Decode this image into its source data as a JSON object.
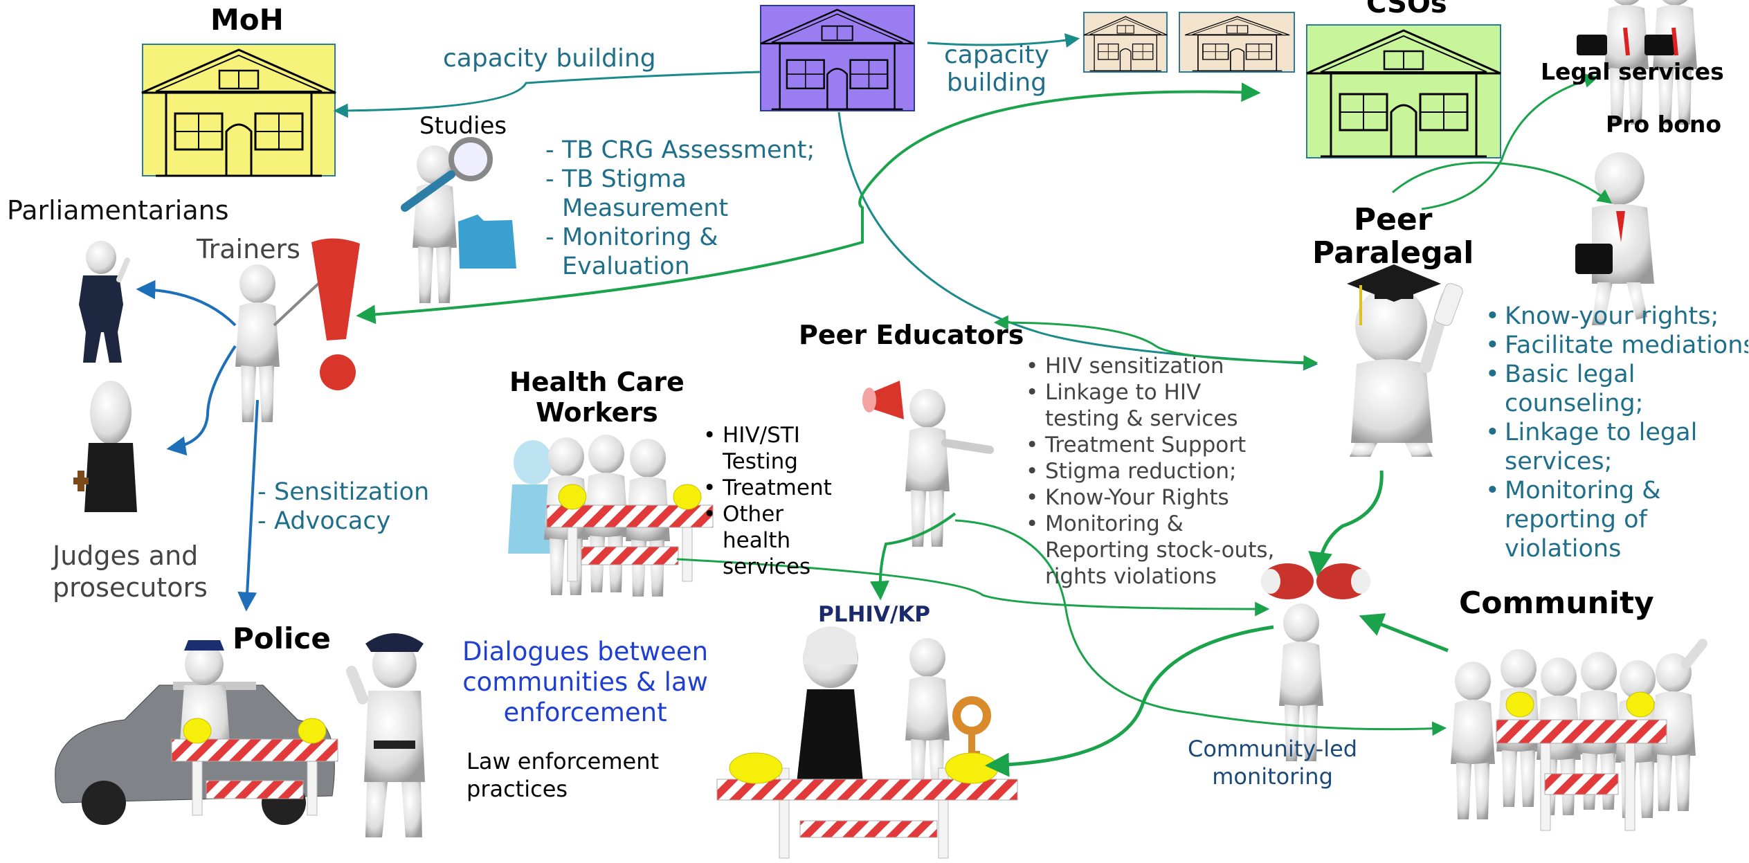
{
  "nodes": {
    "moh": "MoH",
    "csos": "CSOs",
    "legal_services": "Legal services",
    "pro_bono": "Pro bono",
    "studies": "Studies",
    "parliamentarians": "Parliamentarians",
    "trainers": "Trainers",
    "judges": "Judges and\nprosecutors",
    "police": "Police",
    "hcw": "Health Care\nWorkers",
    "peer_educators": "Peer Educators",
    "peer_paralegal": "Peer\nParalegal",
    "plhiv": "PLHIV/KP",
    "community": "Community"
  },
  "edges": {
    "capacity_building_left": "capacity building",
    "capacity_building_right": "capacity\nbuilding",
    "community_led": "Community-led\nmonitoring"
  },
  "texts": {
    "dialogues": "Dialogues between\ncommunities & law\nenforcement",
    "law_enforcement": "Law enforcement\npractices"
  },
  "lists": {
    "studies": [
      "TB CRG Assessment;",
      "TB Stigma\nMeasurement",
      "Monitoring &\nEvaluation"
    ],
    "trainers": [
      "Sensitization",
      "Advocacy"
    ],
    "hcw": [
      "HIV/STI\nTesting",
      "Treatment",
      "Other\nhealth\nservices"
    ],
    "peer_educators": [
      "HIV sensitization",
      "Linkage to HIV\ntesting & services",
      "Treatment Support",
      "Stigma reduction;",
      "Know-Your Rights",
      "Monitoring &\nReporting stock-outs,\nrights violations"
    ],
    "paralegal": [
      "Know-your rights;",
      "Facilitate mediations",
      "Basic legal\ncounseling;",
      "Linkage to legal\nservices;",
      "Monitoring &\nreporting of\nviolations"
    ]
  },
  "icons": {
    "moh": "house-icon",
    "center_org": "house-icon",
    "small_orgs": "house-icon",
    "csos": "house-icon",
    "trainer": "trainer-figure-icon",
    "exclamation": "exclamation-icon",
    "binoculars": "binoculars-figure-icon",
    "megaphone": "megaphone-figure-icon",
    "magnifier": "magnifier-figure-icon",
    "graduate": "graduate-figure-icon",
    "key": "key-icon",
    "barrier": "barrier-icon",
    "police_car": "police-car-icon"
  },
  "colors": {
    "moh_house": "#f7f279",
    "center_house": "#9b7df2",
    "small_house": "#f3e3cc",
    "csos_house": "#c9f59a",
    "green_arrow": "#1aa34a",
    "blue_arrow": "#1c6fb8",
    "teal_arrow": "#1a8a8a",
    "teal_text": "#1f6f8b",
    "blue_text": "#1f3fd1",
    "navy_text": "#1b2a6b"
  }
}
